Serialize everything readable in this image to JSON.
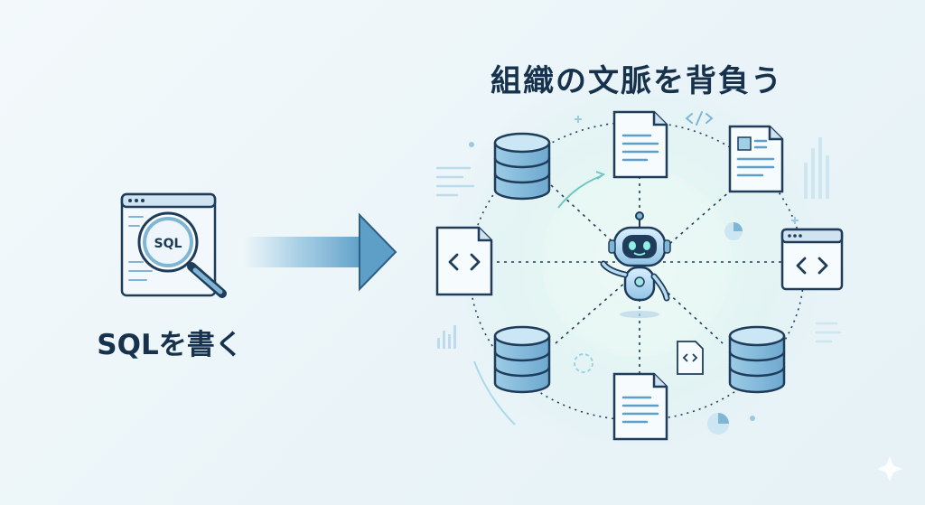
{
  "left_panel": {
    "icon_text": "SQL",
    "caption": "SQLを書く"
  },
  "right_panel": {
    "title": "組織の文脈を背負う"
  },
  "colors": {
    "outline": "#1f3d5a",
    "fill_light": "#a9d3ea",
    "fill_mid": "#7fb6d6",
    "arrow": "#5e9fc7",
    "glow": "#cdeee9"
  }
}
